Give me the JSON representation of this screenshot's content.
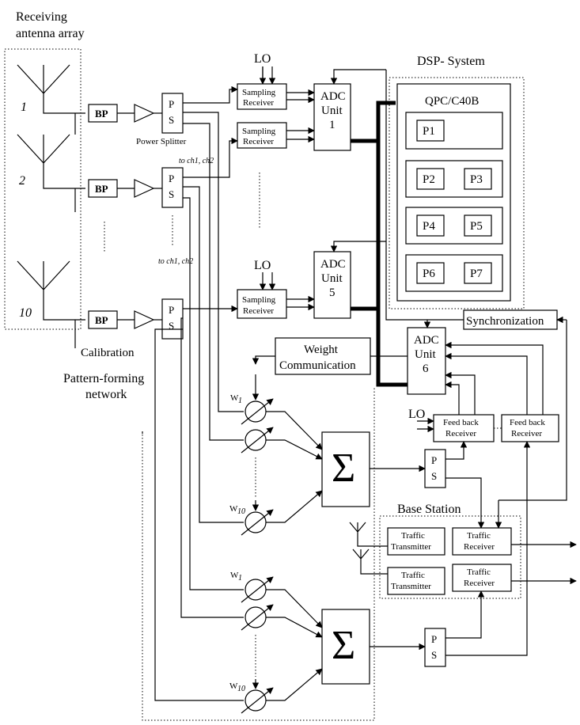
{
  "labels": {
    "receiving_antenna_array_1": "Receiving",
    "receiving_antenna_array_2": "antenna array",
    "ant1_num": "1",
    "ant2_num": "2",
    "ant10_num": "10",
    "bp": "BP",
    "ps_p": "P",
    "ps_s": "S",
    "power_splitter": "Power Splitter",
    "to_ch1_ch2": "to ch1, ch2",
    "lo": "LO",
    "sampling_1": "Sampling",
    "sampling_2": "Receiver",
    "adc": "ADC",
    "unit": "Unit",
    "adc1_num": "1",
    "adc5_num": "5",
    "adc6_num": "6",
    "dsp_system": "DSP- System",
    "qpc": "QPC/C40B",
    "p1": "P1",
    "p2": "P2",
    "p3": "P3",
    "p4": "P4",
    "p5": "P5",
    "p6": "P6",
    "p7": "P7",
    "synchronization": "Synchronization",
    "weight_1": "Weight",
    "weight_2": "Communication",
    "calibration": "Calibration",
    "pattern_1": "Pattern-forming",
    "pattern_2": "network",
    "w1_base": "W",
    "w1_sub": "1",
    "w10_sub": "10",
    "sigma": "Σ",
    "feedback_1": "Feed back",
    "feedback_2": "Receiver",
    "base_station": "Base Station",
    "traffic": "Traffic",
    "transmitter": "Transmitter",
    "receiver": "Receiver"
  }
}
